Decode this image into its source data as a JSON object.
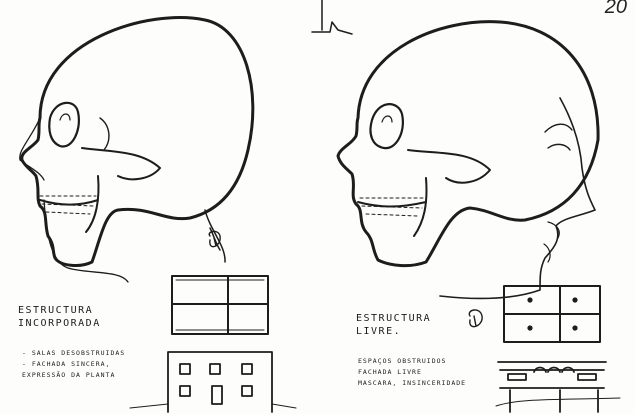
{
  "page": {
    "number": "20"
  },
  "left": {
    "title": [
      "ESTRUCTURA",
      "INCORPORADA"
    ],
    "notes": [
      "- SALAS DESOBSTRUIDAS",
      "- FACHADA SINCERA,",
      "EXPRESSÃO DA PLANTA"
    ]
  },
  "right": {
    "title": [
      "ESTRUCTURA",
      "LIVRE."
    ],
    "notes": [
      "ESPAÇOS OBSTRUIDOS",
      "FACHADA LIVRE",
      "MASCARA, INSINCERIDADE"
    ]
  },
  "colors": {
    "ink": "#1d1d1d",
    "paper": "#fdfdfb"
  }
}
